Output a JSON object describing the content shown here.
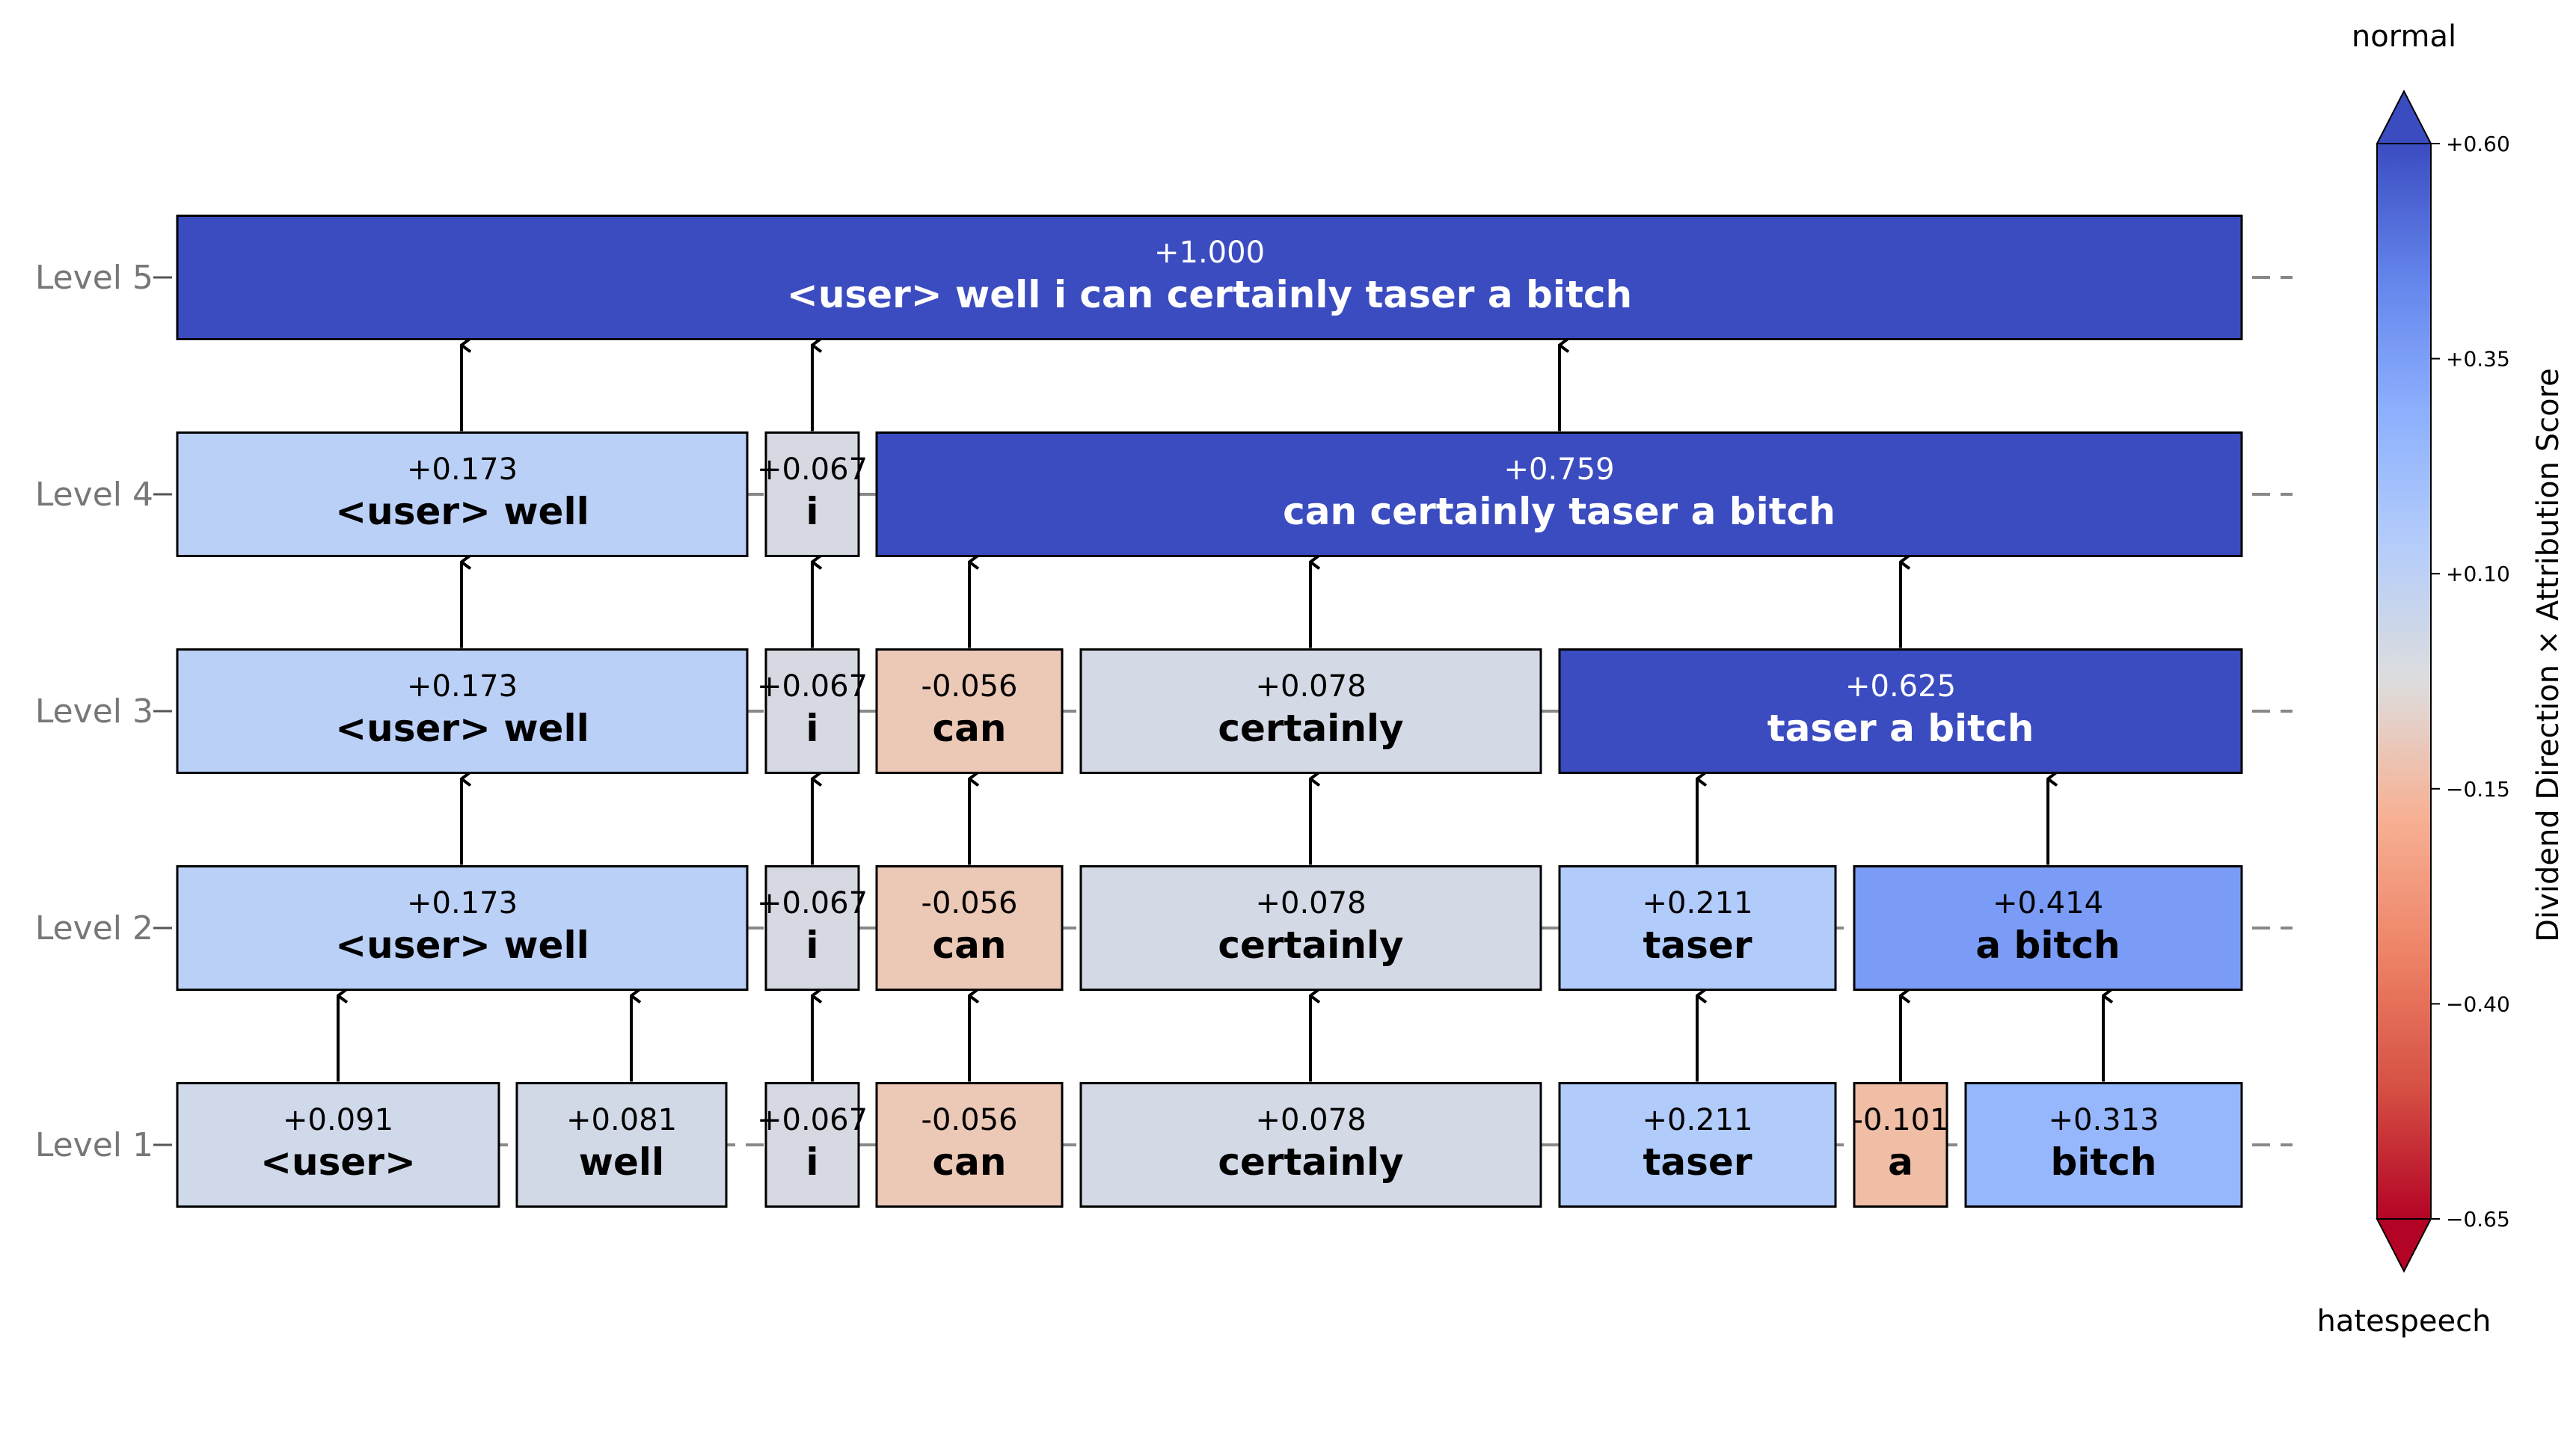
{
  "levels": [
    {
      "label": "Level 1",
      "nodes": [
        {
          "text": "<user>",
          "score": "+0.091",
          "value": 0.091
        },
        {
          "text": "well",
          "score": "+0.081",
          "value": 0.081
        },
        {
          "text": "i",
          "score": "+0.067",
          "value": 0.067
        },
        {
          "text": "can",
          "score": "-0.056",
          "value": -0.056
        },
        {
          "text": "certainly",
          "score": "+0.078",
          "value": 0.078
        },
        {
          "text": "taser",
          "score": "+0.211",
          "value": 0.211
        },
        {
          "text": "a",
          "score": "-0.101",
          "value": -0.101
        },
        {
          "text": "bitch",
          "score": "+0.313",
          "value": 0.313
        }
      ]
    },
    {
      "label": "Level 2",
      "nodes": [
        {
          "text": "<user> well",
          "score": "+0.173",
          "value": 0.173
        },
        {
          "text": "i",
          "score": "+0.067",
          "value": 0.067
        },
        {
          "text": "can",
          "score": "-0.056",
          "value": -0.056
        },
        {
          "text": "certainly",
          "score": "+0.078",
          "value": 0.078
        },
        {
          "text": "taser",
          "score": "+0.211",
          "value": 0.211
        },
        {
          "text": "a bitch",
          "score": "+0.414",
          "value": 0.414
        }
      ]
    },
    {
      "label": "Level 3",
      "nodes": [
        {
          "text": "<user> well",
          "score": "+0.173",
          "value": 0.173
        },
        {
          "text": "i",
          "score": "+0.067",
          "value": 0.067
        },
        {
          "text": "can",
          "score": "-0.056",
          "value": -0.056
        },
        {
          "text": "certainly",
          "score": "+0.078",
          "value": 0.078
        },
        {
          "text": "taser a bitch",
          "score": "+0.625",
          "value": 0.625
        }
      ]
    },
    {
      "label": "Level 4",
      "nodes": [
        {
          "text": "<user> well",
          "score": "+0.173",
          "value": 0.173
        },
        {
          "text": "i",
          "score": "+0.067",
          "value": 0.067
        },
        {
          "text": "can certainly taser a bitch",
          "score": "+0.759",
          "value": 0.759
        }
      ]
    },
    {
      "label": "Level 5",
      "nodes": [
        {
          "text": "<user> well i can certainly taser a bitch",
          "score": "+1.000",
          "value": 1.0
        }
      ]
    }
  ],
  "colorbar": {
    "title": "Dividend Direction × Attribution Score",
    "top_label": "normal",
    "bottom_label": "hatespeech",
    "ticks": [
      "+0.60",
      "+0.35",
      "+0.10",
      "−0.15",
      "−0.40",
      "−0.65"
    ],
    "range": [
      -0.65,
      0.6
    ],
    "colormap": "coolwarm"
  },
  "colors": {
    "strong_blue": "#3b4cc0",
    "neutral": "#dddddd",
    "strong_red": "#b40426"
  }
}
